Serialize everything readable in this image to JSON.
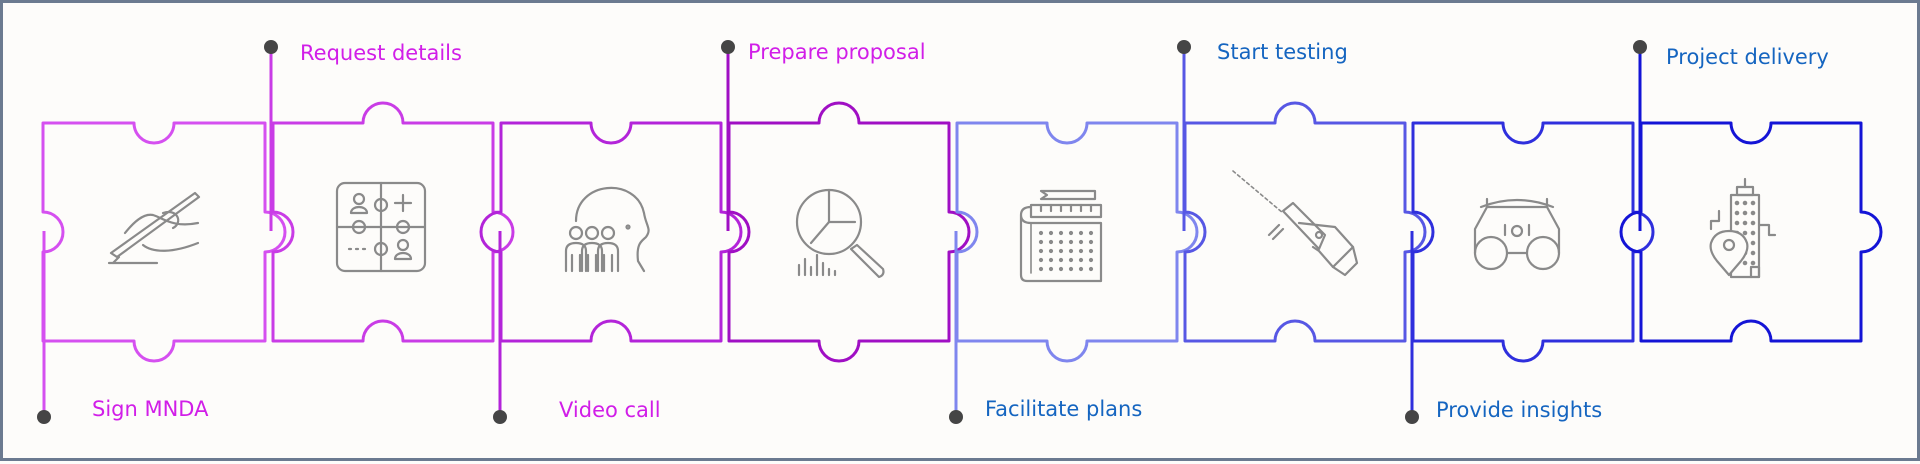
{
  "steps": [
    {
      "label": "Sign MNDA",
      "color": "#d550f0",
      "icon": "contract-sign-icon"
    },
    {
      "label": "Request details",
      "color": "#c93ce6",
      "icon": "puzzle-team-icon"
    },
    {
      "label": "Video call",
      "color": "#b324d9",
      "icon": "team-head-icon"
    },
    {
      "label": "Prepare proposal",
      "color": "#a00fc4",
      "icon": "chart-magnifier-icon"
    },
    {
      "label": "Facilitate plans",
      "color": "#7f86ee",
      "icon": "blueprint-plan-icon"
    },
    {
      "label": "Start testing",
      "color": "#5757e4",
      "icon": "drill-icon"
    },
    {
      "label": "Provide insights",
      "color": "#2f2fdd",
      "icon": "binoculars-icon"
    },
    {
      "label": "Project delivery",
      "color": "#1414d6",
      "icon": "city-location-icon"
    }
  ],
  "label_colors": {
    "purple": "#d11ee8",
    "blue": "#1565c0"
  },
  "icon_color": "#8a8a8a",
  "dot_color": "#454545"
}
